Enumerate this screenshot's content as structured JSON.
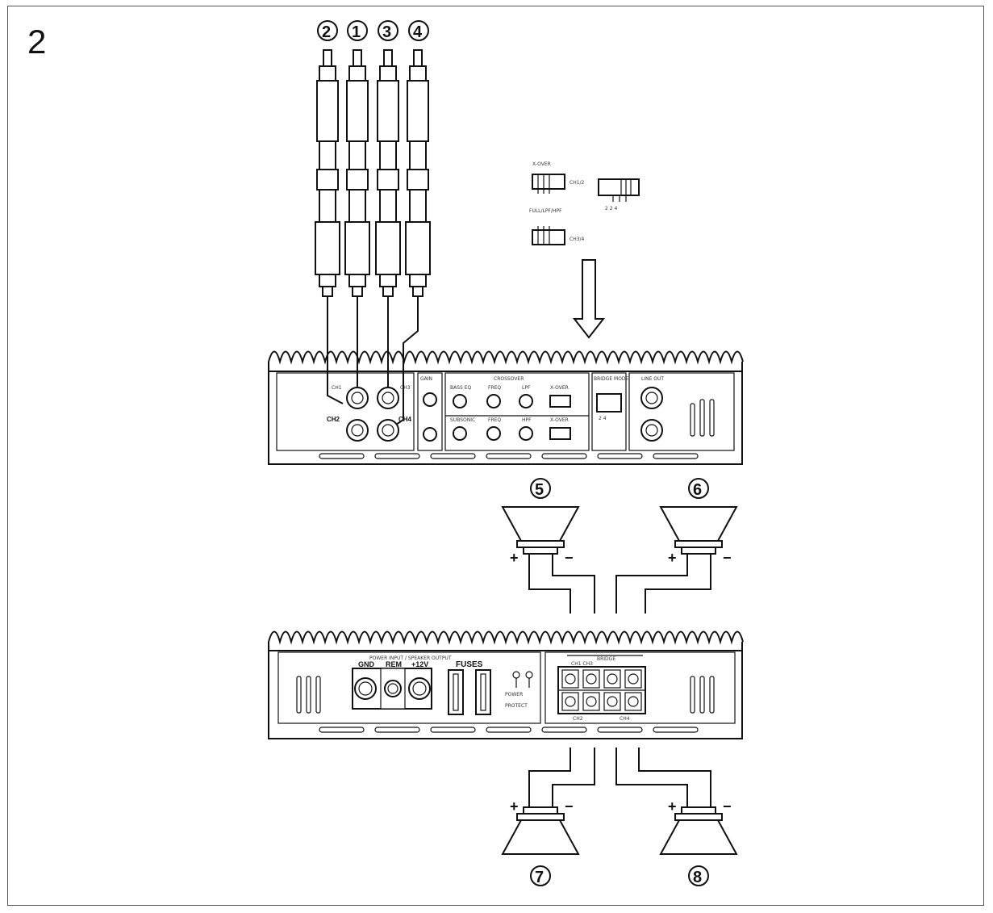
{
  "page_number": "2",
  "callouts": [
    "1",
    "2",
    "3",
    "4",
    "5",
    "6",
    "7",
    "8"
  ],
  "xover_panel": {
    "title": "X-OVER",
    "sw1_label": "CH1/2",
    "sw2_label": "CH3/4",
    "section_label": "FULL/LPF/HPF",
    "right_switch_marks": "2  2  4"
  },
  "top_amp": {
    "input_labels": {
      "ch1": "CH1",
      "ch2": "CH2",
      "ch3": "CH3",
      "ch4": "CH4"
    },
    "section_titles": {
      "gain": "GAIN",
      "crossover": "CROSSOVER",
      "bridge": "BRIDGE MODE",
      "line_out": "LINE OUT"
    },
    "knob_labels_row1": [
      "BASS EQ",
      "FREQ",
      "LPF",
      "X-OVER"
    ],
    "knob_labels_row2": [
      "SUBSONIC",
      "FREQ",
      "HPF",
      "X-OVER"
    ],
    "bridge_marks": "2 4"
  },
  "bottom_amp": {
    "header": "POWER INPUT / SPEAKER OUTPUT",
    "power_labels": {
      "gnd": "GND",
      "rem": "REM",
      "v12": "+12V"
    },
    "fuses_label": "FUSES",
    "led_labels": {
      "power": "POWER",
      "protect": "PROTECT"
    },
    "speaker_labels": {
      "top": "CH1  CH3",
      "bottom_left": "CH2",
      "bottom_right": "CH4",
      "bridge": "BRIDGE"
    }
  },
  "speaker_signs": {
    "plus": "+",
    "minus": "−"
  }
}
